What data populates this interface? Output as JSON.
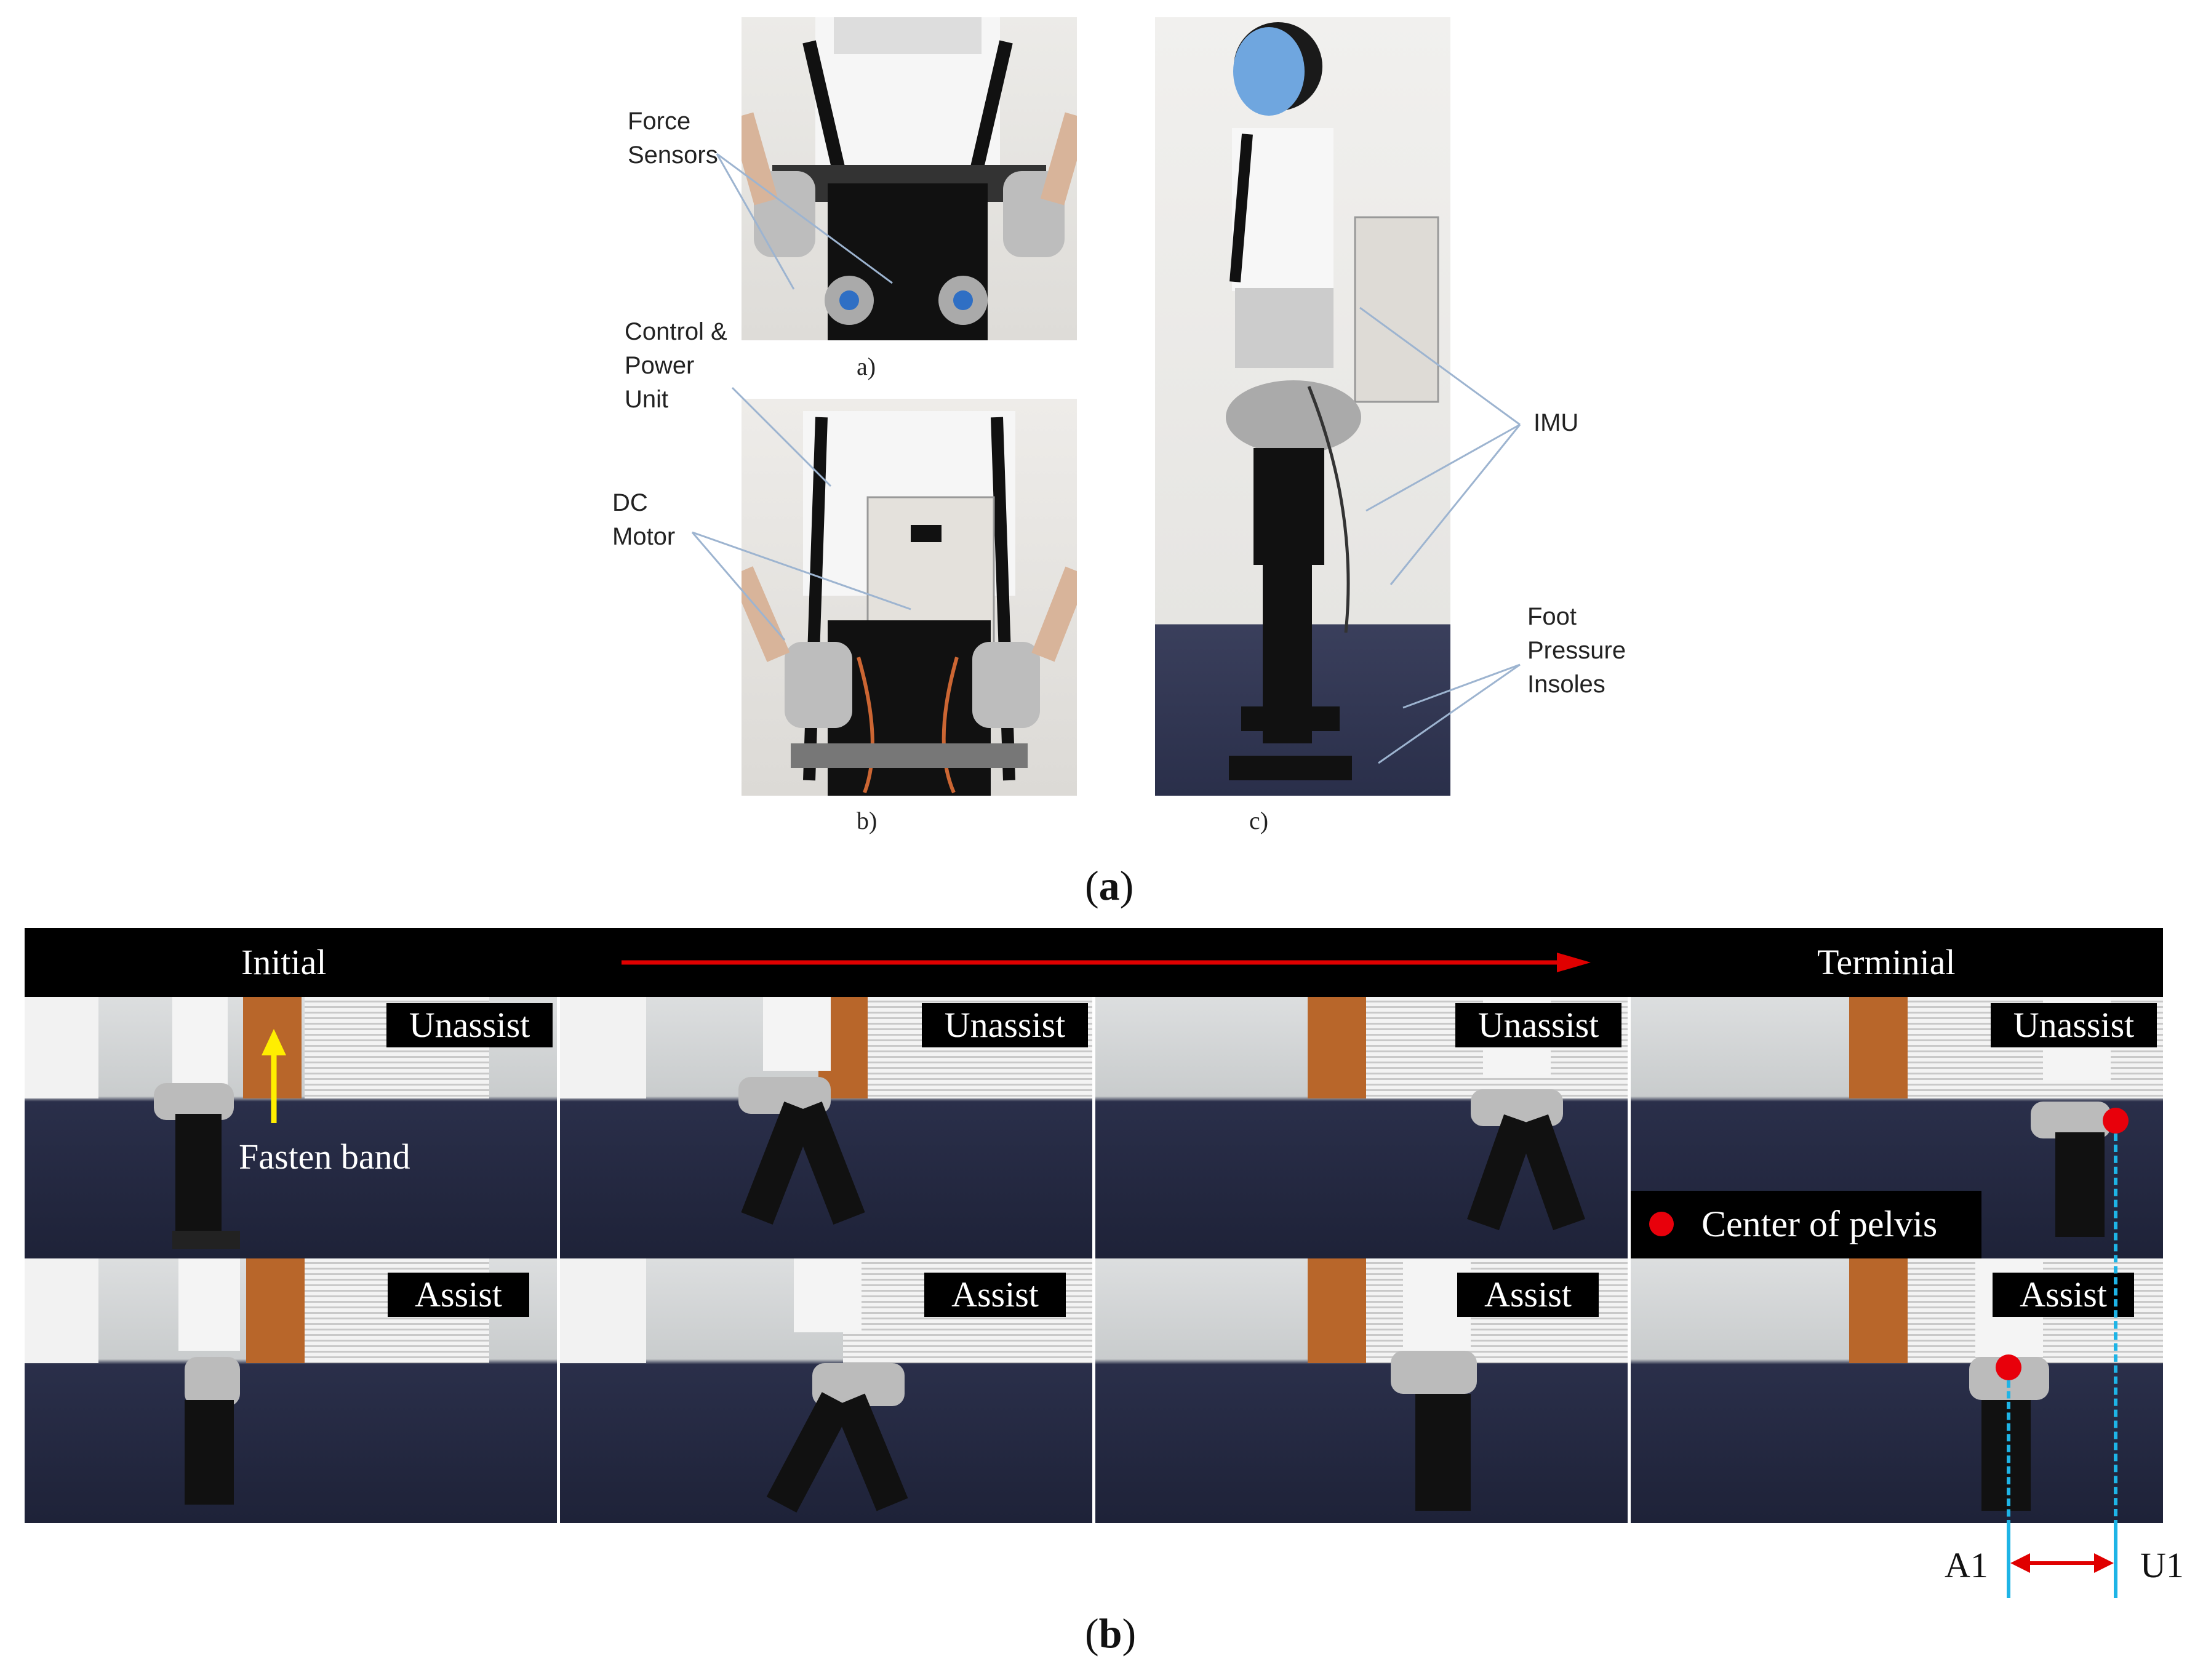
{
  "part_a": {
    "labels": {
      "force_sensors": [
        "Force",
        "Sensors"
      ],
      "control_power_unit": [
        "Control &",
        "Power",
        "Unit"
      ],
      "dc_motor": [
        "DC",
        "Motor"
      ],
      "imu": "IMU",
      "foot_pressure_insoles": [
        "Foot",
        "Pressure",
        "Insoles"
      ]
    },
    "subcaptions": {
      "a": "a)",
      "b": "b)",
      "c": "c)"
    },
    "caption_letter": "a"
  },
  "part_b": {
    "header_initial": "Initial",
    "header_terminal": "Terminial",
    "row_labels": {
      "top": "Unassist",
      "bottom": "Assist"
    },
    "fasten_band": "Fasten band",
    "legend": "Center of pelvis",
    "marker_a1": "A1",
    "marker_u1": "U1",
    "caption_letter": "b"
  },
  "colors": {
    "arrow_red": "#e00000",
    "arrow_yellow": "#ffee00",
    "pelvis_dot": "#e8000b",
    "guide_blue": "#1eb4e6"
  }
}
